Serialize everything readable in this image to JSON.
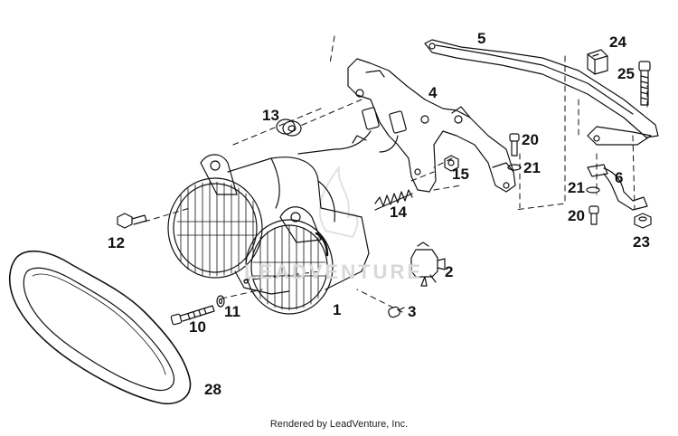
{
  "diagram": {
    "watermark": "LEADVENTURE",
    "footer": "Rendered by LeadVenture, Inc.",
    "callouts": [
      "5",
      "24",
      "25",
      "4",
      "13",
      "20",
      "21",
      "15",
      "21",
      "6",
      "20",
      "23",
      "12",
      "14",
      "2",
      "1",
      "11",
      "10",
      "3",
      "28"
    ]
  }
}
